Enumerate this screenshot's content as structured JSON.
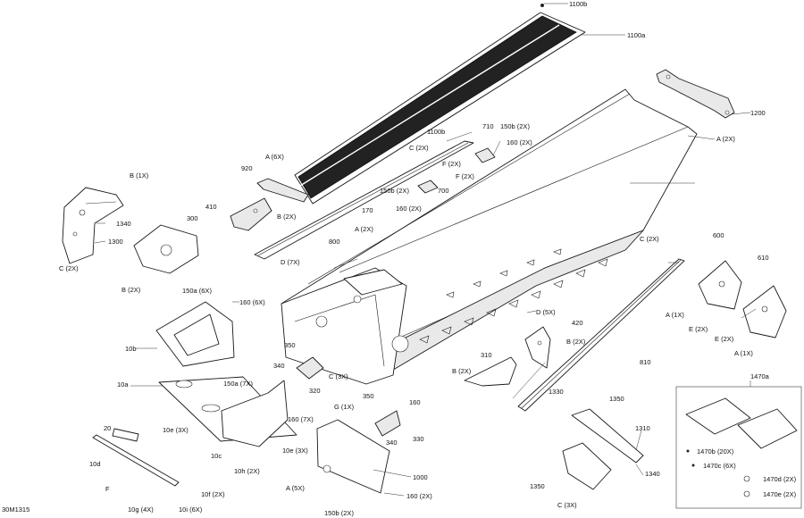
{
  "drawing_id": "30M1315",
  "callouts": {
    "c1100b_top": "1100b",
    "c1100a": "1100a",
    "c1200": "1200",
    "c710": "710",
    "c150b_2x_a": "150b (2X)",
    "c1100b_mid": "1100b",
    "c160_2x_a": "160 (2X)",
    "cA_2x_top": "A (2X)",
    "cC_2x_rail": "C (2X)",
    "cF_2x_a": "F (2X)",
    "cF_2x_b": "F (2X)",
    "cA_6x": "A (6X)",
    "c920": "920",
    "c150b_2x_b": "150b (2X)",
    "c700": "700",
    "c160_2x_b": "160 (2X)",
    "cB_1x": "B (1X)",
    "c1340_left": "1340",
    "c1300": "1300",
    "cC_2x_left": "C (2X)",
    "c410": "410",
    "cB_2x_410": "B (2X)",
    "c170": "170",
    "c300": "300",
    "cB_2x_300": "B (2X)",
    "c800": "800",
    "cA_2x_mid": "A (2X)",
    "cD_7x": "D (7X)",
    "c150a_6x": "150a (6X)",
    "c160_6x": "160 (6X)",
    "cD_5x": "D (5X)",
    "c10b": "10b",
    "c350_a": "350",
    "c340_a": "340",
    "cC_3x_mid": "C (3X)",
    "c320": "320",
    "c10a": "10a",
    "c150a_7x": "150a (7X)",
    "c160_7x": "160 (7X)",
    "c10e_3x_a": "10e (3X)",
    "c10e_3x_b": "10e (3X)",
    "c10c": "10c",
    "c10h_2x": "10h (2X)",
    "c20": "20",
    "c10d": "10d",
    "cF_left": "F",
    "c10g_4x": "10g (4X)",
    "c10i_6x": "10i (6X)",
    "c10f_2x": "10f (2X)",
    "c350_b": "350",
    "c160_mid": "160",
    "cG_1x": "G (1X)",
    "c340_b": "340",
    "c330": "330",
    "c1000": "1000",
    "cA_5x": "A (5X)",
    "c160_2x_c": "160 (2X)",
    "c150b_2x_c": "150b (2X)",
    "cC_2x_right": "C (2X)",
    "c420": "420",
    "cB_2x_420": "B (2X)",
    "c310": "310",
    "cB_2x_310": "B (2X)",
    "c810": "810",
    "c600": "600",
    "c610": "610",
    "cA_1x_a": "A (1X)",
    "cE_2x_a": "E (2X)",
    "cE_2x_b": "E (2X)",
    "cA_1x_b": "A (1X)",
    "c1330": "1330",
    "c1350_a": "1350",
    "c1310": "1310",
    "c1340_right": "1340",
    "c1350_b": "1350",
    "cC_3x_low": "C (3X)",
    "c1470a": "1470a",
    "c1470b_20x": "1470b (20X)",
    "c1470c_6x": "1470c (6X)",
    "c1470d_2x": "1470d (2X)",
    "c1470e_2x": "1470e (2X)"
  }
}
